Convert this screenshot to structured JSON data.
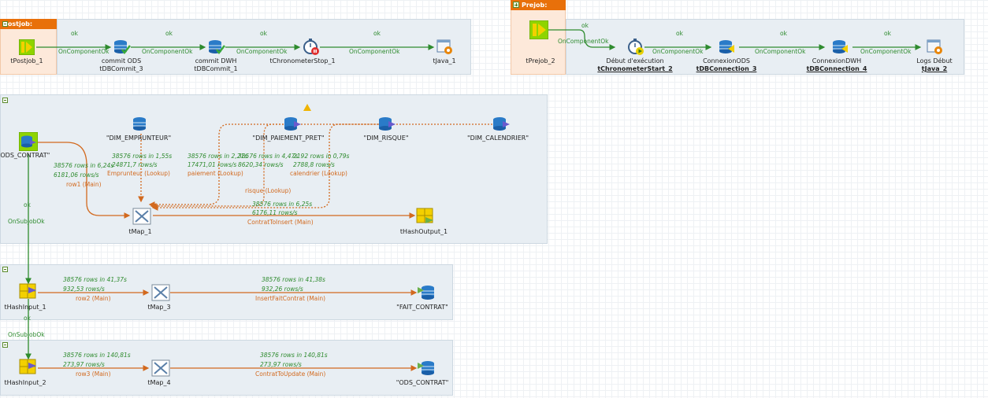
{
  "postjob": {
    "title": "Postjob:",
    "components": [
      {
        "label": "tPostjob_1"
      },
      {
        "label": "commit ODS",
        "sublabel": "tDBCommit_3"
      },
      {
        "label": "commit DWH",
        "sublabel": "tDBCommit_1"
      },
      {
        "label": "tChronometerStop_1"
      },
      {
        "label": "tJava_1"
      }
    ],
    "links": {
      "ok": "ok",
      "on_component_ok": "OnComponentOk"
    }
  },
  "prejob": {
    "title": "Prejob:",
    "components": [
      {
        "label": "tPrejob_2"
      },
      {
        "label": "Début d'exécution",
        "sublabel": "tChronometerStart_2"
      },
      {
        "label": "ConnexionODS",
        "sublabel": "tDBConnection_3"
      },
      {
        "label": "ConnexionDWH",
        "sublabel": "tDBConnection_4"
      },
      {
        "label": "Logs Début",
        "sublabel": "tJava_2"
      }
    ]
  },
  "subjob1": {
    "ods_contrat": "\"ODS_CONTRAT\"",
    "dim_emprunteur": "\"DIM_EMPRUNTEUR\"",
    "dim_paiement": "\"DIM_PAIEMENT_PRET\"",
    "dim_risque": "\"DIM_RISQUE\"",
    "dim_calendrier": "\"DIM_CALENDRIER\"",
    "tmap": "tMap_1",
    "thashoutput": "tHashOutput_1",
    "row1": {
      "stat": "38576 rows in 6,24s",
      "rate": "6181,06 rows/s",
      "name": "row1 (Main)"
    },
    "emprunteur": {
      "stat": "38576 rows in 1,55s",
      "rate": "24871,7 rows/s",
      "name": "Emprunteur (Lookup)"
    },
    "paiement": {
      "stat": "38576 rows in 2,21s",
      "rate": "17471,01 rows/s",
      "name": "paiement (Lookup)"
    },
    "risque": {
      "stat": "38576 rows in 4,47s",
      "rate": "8620,34 rows/s",
      "name": "risque (Lookup)"
    },
    "calendrier": {
      "stat": "2192 rows in 0,79s",
      "rate": "2788,8 rows/s",
      "name": "calendrier (Lookup)"
    },
    "contrat_insert": {
      "stat": "38576 rows in 6,25s",
      "rate": "6176,11 rows/s",
      "name": "ContratToInsert (Main)"
    }
  },
  "trigger": {
    "ok": "ok",
    "on_subjob_ok": "OnSubjobOk"
  },
  "subjob2": {
    "thashinput": "tHashInput_1",
    "tmap": "tMap_3",
    "target": "\"FAIT_CONTRAT\"",
    "row2": {
      "stat": "38576 rows in 41,37s",
      "rate": "932,53 rows/s",
      "name": "row2 (Main)"
    },
    "insert": {
      "stat": "38576 rows in 41,38s",
      "rate": "932,26 rows/s",
      "name": "InsertFaitContrat (Main)"
    }
  },
  "subjob3": {
    "thashinput": "tHashInput_2",
    "tmap": "tMap_4",
    "target": "\"ODS_CONTRAT\"",
    "row3": {
      "stat": "38576 rows in 140,81s",
      "rate": "273,97 rows/s",
      "name": "row3 (Main)"
    },
    "update": {
      "stat": "38576 rows in 140,81s",
      "rate": "273,97 rows/s",
      "name": "ContratToUpdate (Main)"
    }
  },
  "colors": {
    "orange": "#e8700a",
    "green_link": "#2e8b2e",
    "orange_link": "#d2691e",
    "subjob_bg": "#e8eef3"
  }
}
